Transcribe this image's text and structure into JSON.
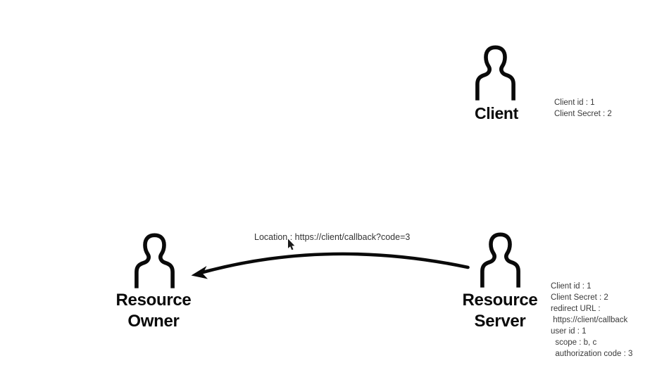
{
  "page": {
    "background": "#ffffff",
    "ink_color": "#0a0a0a",
    "info_text_color": "#3a3a3a"
  },
  "actors": {
    "client": {
      "label": "Client",
      "info_lines": [
        "Client id : 1",
        "Client Secret : 2"
      ]
    },
    "resource_owner": {
      "label_line1": "Resource",
      "label_line2": "Owner"
    },
    "resource_server": {
      "label_line1": "Resource",
      "label_line2": "Server",
      "info_lines": [
        "Client id : 1",
        "Client Secret : 2",
        "redirect URL :",
        " https://client/callback",
        "user id : 1",
        "  scope : b, c",
        "  authorization code : 3"
      ]
    }
  },
  "arrow": {
    "label": "Location : https://client/callback?code=3",
    "from": "Resource Server",
    "to": "Resource Owner"
  }
}
